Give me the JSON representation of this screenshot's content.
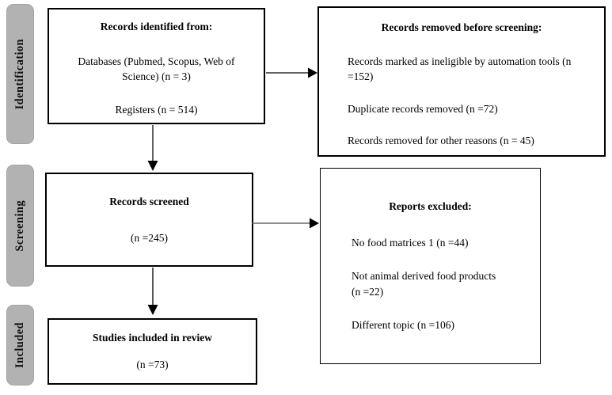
{
  "diagram": {
    "kind": "prisma-flow",
    "stages": [
      {
        "label": "Identification"
      },
      {
        "label": "Screening"
      },
      {
        "label": "Included"
      }
    ],
    "boxes": {
      "identified": {
        "title": "Records identified from:",
        "databases_line": "Databases (Pubmed, Scopus, Web of Science) (n = 3)",
        "registers_line": "Registers (n = 514)"
      },
      "removed": {
        "title": "Records removed before screening:",
        "items": [
          "Records marked as ineligible by automation tools (n =152)",
          "Duplicate records removed (n =72)",
          "Records removed for other reasons (n = 45)"
        ]
      },
      "screened": {
        "title": "Records screened",
        "count": "(n =245)"
      },
      "excluded": {
        "title": "Reports excluded:",
        "items": [
          "No food matrices 1 (n =44)",
          "Not animal derived food products (n =22)",
          "Different topic (n =106)"
        ]
      },
      "included": {
        "title": "Studies included in review",
        "count": "(n =73)"
      }
    },
    "colors": {
      "stage_fill": "#b2b2b2",
      "box_border": "#000000",
      "arrow_dark": "#2e2e2e",
      "arrow_gray": "#7d7d7d",
      "background": "#ffffff"
    }
  }
}
